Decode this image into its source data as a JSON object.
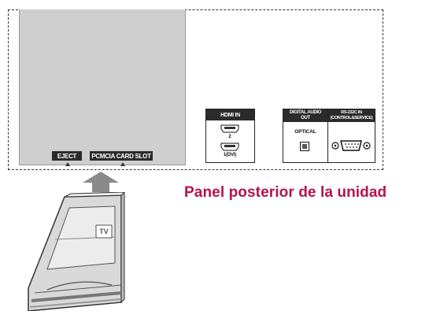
{
  "slot_labels": {
    "eject": "EJECT",
    "pcmcia": "PCMCIA CARD SLOT"
  },
  "hdmi": {
    "header": "HDMI IN",
    "port_2_label": "2",
    "port_1_label": "1(DVI)"
  },
  "digital_audio": {
    "header": "DIGITAL AUDIO OUT",
    "optical_label": "OPTICAL"
  },
  "rs232c": {
    "header": "RS-232C IN (CONTROL&SERVICE)"
  },
  "card": {
    "tv_label": "TV"
  },
  "caption": "Panel posterior de la unidad",
  "colors": {
    "caption": "#b6124f",
    "label_bg": "#2b2b2b",
    "slot_gray": "#cfcfcf"
  }
}
